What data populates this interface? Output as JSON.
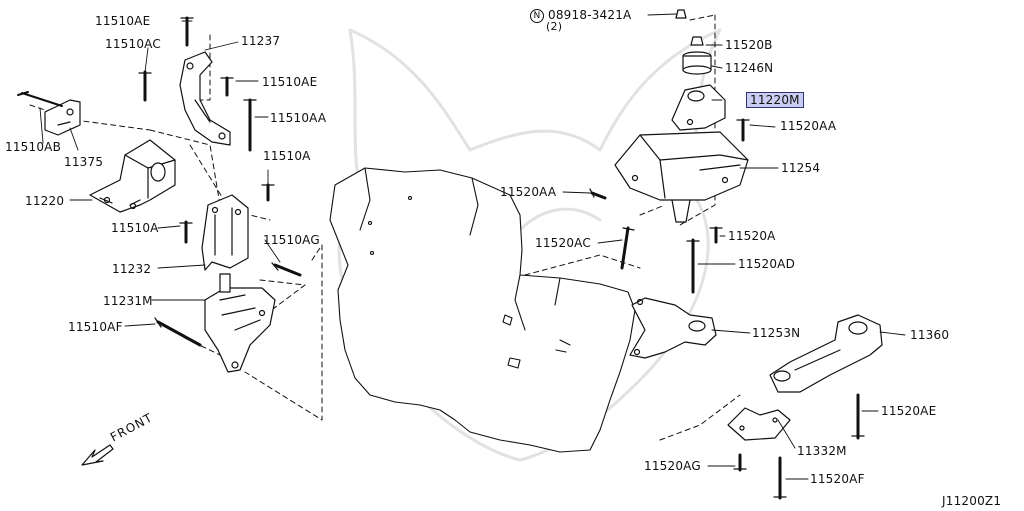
{
  "diagram": {
    "highlight_color": "#c9cdf2",
    "line_color": "#111111",
    "diagram_code": "J11200Z1",
    "front_label": "FRONT",
    "labels": {
      "p11510AE_top": "11510AE",
      "p11510AC": "11510AC",
      "p11237": "11237",
      "p11510AE_mid": "11510AE",
      "p11510AA": "11510AA",
      "p11510AB": "11510AB",
      "p11375": "11375",
      "p11510A_top": "11510A",
      "p11220": "11220",
      "p11510A_low": "11510A",
      "p11510AG": "11510AG",
      "p11232": "11232",
      "p11231M": "11231M",
      "p11510AF": "11510AF",
      "p08918": "08918-3421A",
      "p08918_qty": "(2)",
      "p08918_prefix": "N",
      "p11520B": "11520B",
      "p11246N": "11246N",
      "p11220M": "11220M",
      "p11520AA_r": "11520AA",
      "p11254": "11254",
      "p11520AA_l": "11520AA",
      "p11520AC": "11520AC",
      "p11520A": "11520A",
      "p11520AD": "11520AD",
      "p11253N": "11253N",
      "p11360": "11360",
      "p11520AE": "11520AE",
      "p11332M": "11332M",
      "p11520AG": "11520AG",
      "p11520AF": "11520AF"
    }
  }
}
